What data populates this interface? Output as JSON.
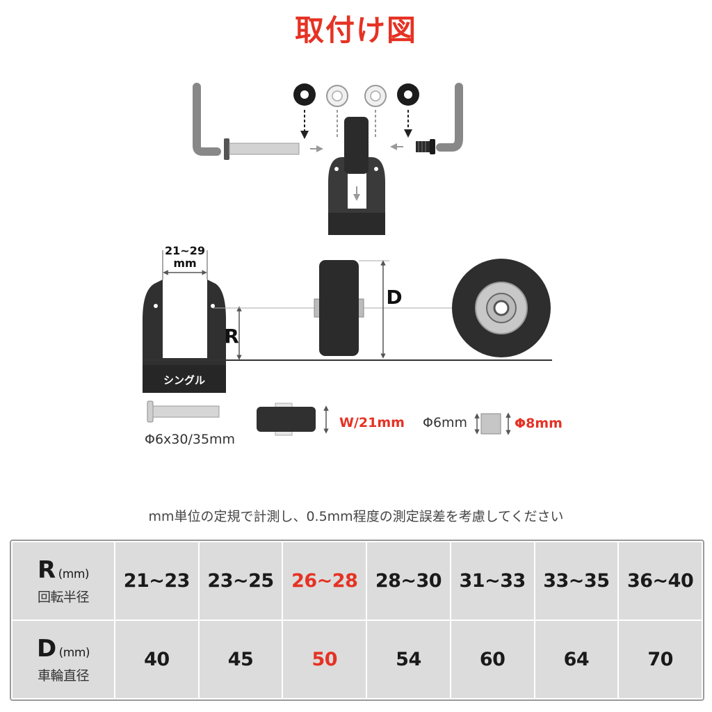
{
  "title": "取付け図",
  "colors": {
    "accent": "#e53224",
    "dark": "#2e2e2e",
    "metal": "#bdbdbd",
    "table_bg": "#dcdcdc"
  },
  "labels": {
    "dimension_top": "21~29",
    "dimension_top_unit": "mm",
    "r": "R",
    "d": "D",
    "single": "シングル",
    "bolt": "Φ6x30/35mm",
    "width": "W/21mm",
    "phi6": "Φ6mm",
    "phi8": "Φ8mm"
  },
  "note": "mm単位の定規で計測し、0.5mm程度の測定誤差を考慮してください",
  "table": {
    "rows": [
      {
        "head": "R",
        "unit": "(mm)",
        "sub": "回転半径",
        "cells": [
          "21~23",
          "23~25",
          "26~28",
          "28~30",
          "31~33",
          "33~35",
          "36~40"
        ]
      },
      {
        "head": "D",
        "unit": "(mm)",
        "sub": "車輪直径",
        "cells": [
          "40",
          "45",
          "50",
          "54",
          "60",
          "64",
          "70"
        ]
      }
    ],
    "highlight_col": 2
  }
}
